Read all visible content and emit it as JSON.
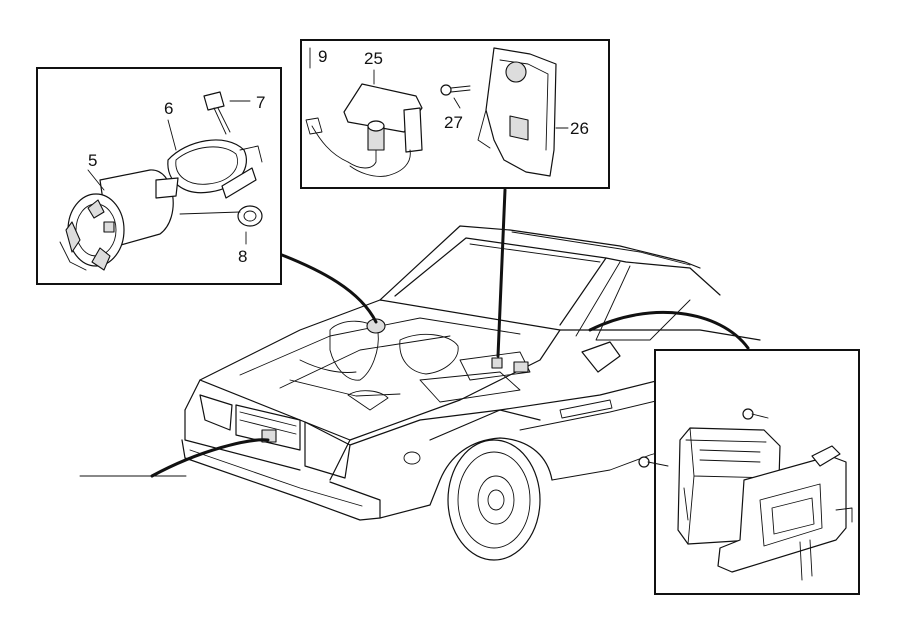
{
  "diagram": {
    "callouts": {
      "c5": "5",
      "c6": "6",
      "c7": "7",
      "c8": "8",
      "c9": "9",
      "c25": "25",
      "c26": "26",
      "c27": "27"
    }
  }
}
